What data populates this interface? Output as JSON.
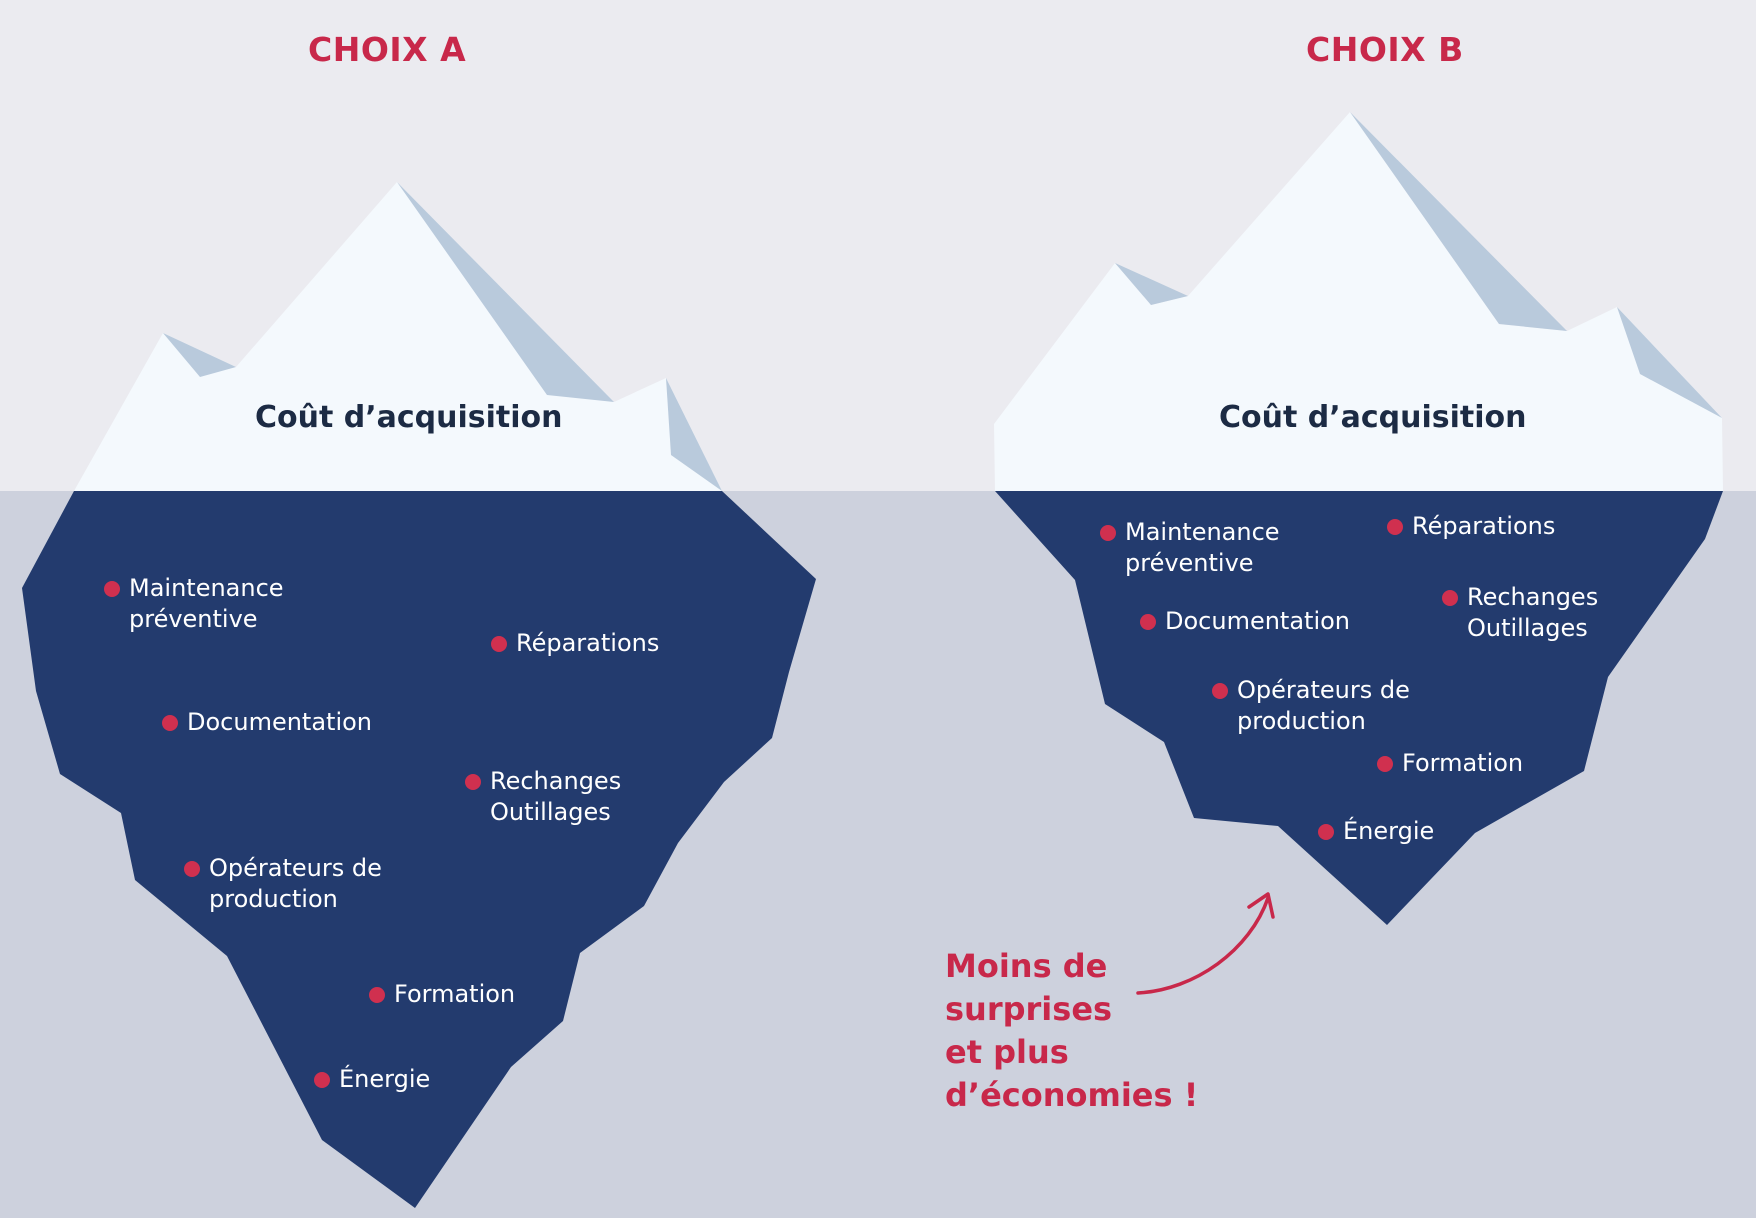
{
  "colors": {
    "accent": "#c8284a",
    "bullet": "#d0304f",
    "iceberg_underwater": "#233b6e",
    "ice_light": "#f4f9fd",
    "ice_shadow": "#b9cadc",
    "sky": "#ebebf0",
    "sea": "#cdd1dd"
  },
  "choice_a": {
    "title": "CHOIX A",
    "surface_label": "Coût d’acquisition",
    "items": [
      "Maintenance\npréventive",
      "Réparations",
      "Documentation",
      "Rechanges\nOutillages",
      "Opérateurs de\nproduction",
      "Formation",
      "Énergie"
    ]
  },
  "choice_b": {
    "title": "CHOIX B",
    "surface_label": "Coût d’acquisition",
    "items": [
      "Maintenance\npréventive",
      "Réparations",
      "Rechanges\nOutillages",
      "Documentation",
      "Opérateurs de\nproduction",
      "Formation",
      "Énergie"
    ]
  },
  "annotation": {
    "text": "Moins de\nsurprises\net plus\nd’économies !",
    "icon": "curved-arrow-icon"
  }
}
